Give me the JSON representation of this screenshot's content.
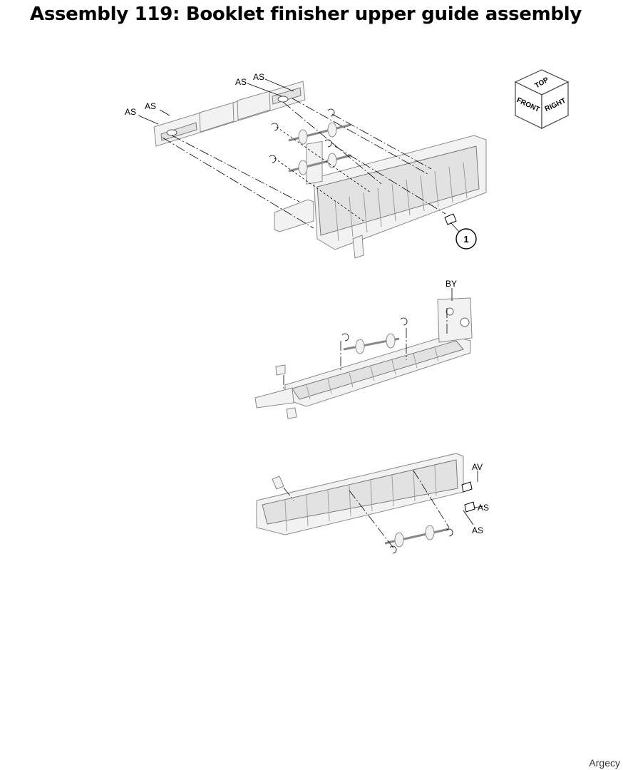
{
  "title": "Assembly 119: Booklet finisher upper guide assembly",
  "orientation_cube": {
    "top": "TOP",
    "front": "FRONT",
    "right": "RIGHT"
  },
  "callouts": {
    "item1": "1"
  },
  "fastener_labels": {
    "as": "AS",
    "by": "BY",
    "av": "AV"
  },
  "footer": "Argecy"
}
